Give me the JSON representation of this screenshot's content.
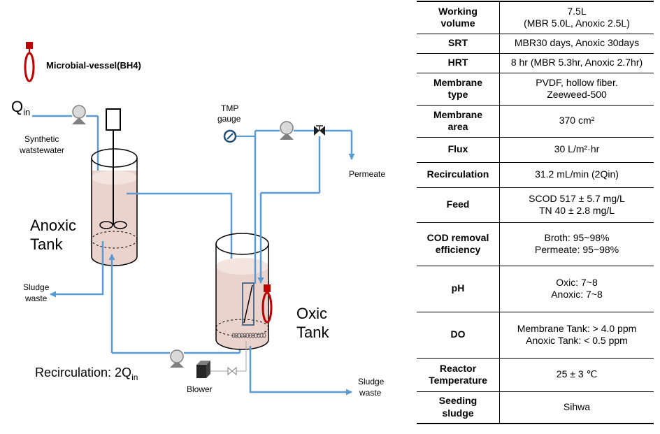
{
  "diagram": {
    "legend_label": "Microbial-vessel(BH4)",
    "q_in_main": "Q",
    "q_in_sub": "in",
    "synthetic_line1": "Synthetic",
    "synthetic_line2": "watstewater",
    "anoxic_line1": "Anoxic",
    "anoxic_line2": "Tank",
    "oxic_line1": "Oxic",
    "oxic_line2": "Tank",
    "tmp_line1": "TMP",
    "tmp_line2": "gauge",
    "permeate": "Permeate",
    "sludge_left_line1": "Sludge",
    "sludge_left_line2": "waste",
    "sludge_right_line1": "Sludge",
    "sludge_right_line2": "waste",
    "recirculation_main": "Recirculation: 2Q",
    "recirculation_sub": "in",
    "blower": "Blower",
    "colors": {
      "pipe": "#5b9bd5",
      "liquid": "#ead3cc",
      "liquid_surface": "#f4e4df",
      "vessel_red": "#c00000",
      "gauge": "#1f4e79"
    }
  },
  "table": {
    "rows": [
      {
        "name_lines": [
          "Working",
          "volume"
        ],
        "value_lines": [
          "7.5L",
          "(MBR 5.0L, Anoxic 2.5L)"
        ]
      },
      {
        "name_lines": [
          "SRT"
        ],
        "value_lines": [
          "MBR30 days, Anoxic 30days"
        ]
      },
      {
        "name_lines": [
          "HRT"
        ],
        "value_lines": [
          "8 hr (MBR 5.3hr, Anoxic 2.7hr)"
        ]
      },
      {
        "name_lines": [
          "Membrane",
          "type"
        ],
        "value_lines": [
          "PVDF, hollow fiber.",
          "Zeeweed-500"
        ]
      },
      {
        "name_lines": [
          "Membrane",
          "area"
        ],
        "value_lines": [
          "370 cm²"
        ]
      },
      {
        "name_lines": [
          "Flux"
        ],
        "value_lines": [
          "30 L/m²·hr"
        ]
      },
      {
        "name_lines": [
          "Recirculation"
        ],
        "value_lines": [
          "31.2 mL/min (2Qin)"
        ]
      },
      {
        "name_lines": [
          "Feed"
        ],
        "value_lines": [
          "SCOD 517 ± 5.7 mg/L",
          "TN 40 ± 2.8 mg/L"
        ]
      },
      {
        "name_lines": [
          "COD removal",
          "efficiency"
        ],
        "value_lines": [
          "Broth: 95~98%",
          "Permeate: 95~98%"
        ]
      },
      {
        "name_lines": [
          "pH"
        ],
        "value_lines": [
          "Oxic: 7~8",
          "Anoxic: 7~8"
        ]
      },
      {
        "name_lines": [
          "DO"
        ],
        "value_lines": [
          "Membrane Tank: > 4.0 ppm",
          "Anoxic Tank: < 0.5 ppm"
        ]
      },
      {
        "name_lines": [
          "Reactor",
          "Temperature"
        ],
        "value_lines": [
          "25 ± 3 ℃"
        ]
      },
      {
        "name_lines": [
          "Seeding",
          "sludge"
        ],
        "value_lines": [
          "Sihwa"
        ]
      }
    ]
  }
}
